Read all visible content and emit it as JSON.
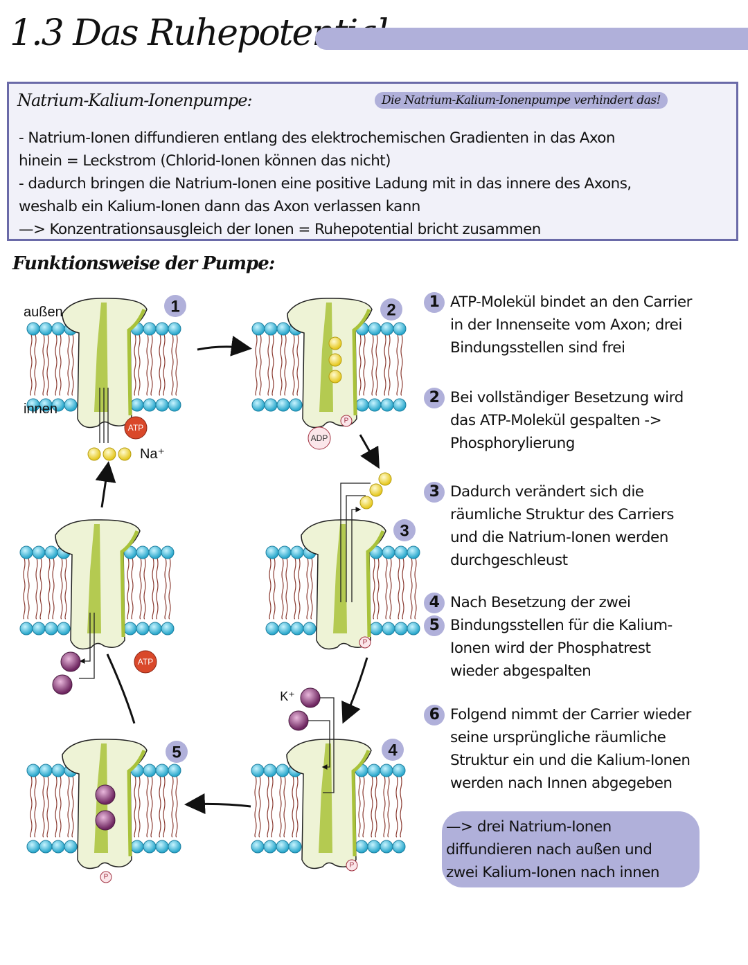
{
  "header": {
    "title": "1.3 Das Ruhepotential"
  },
  "info_box": {
    "heading": "Natrium-Kalium-Ionenpumpe:",
    "highlight": "Die Natrium-Kalium-Ionenpumpe verhindert das!",
    "lines": [
      "- Natrium-Ionen diffundieren entlang des elektrochemischen Gradienten in das Axon",
      "hinein = Leckstrom (Chlorid-Ionen können das nicht)",
      "- dadurch bringen die Natrium-Ionen eine positive Ladung mit in das innere des Axons,",
      "weshalb ein Kalium-Ionen dann das Axon verlassen kann",
      "—> Konzentrationsausgleich der Ionen = Ruhepotential bricht zusammen"
    ]
  },
  "section": {
    "heading": "Funktionsweise der Pumpe:"
  },
  "diagram": {
    "labels": {
      "outside": "außen",
      "inside": "innen",
      "atp": "ATP",
      "adp": "ADP",
      "phosphate": "P",
      "sodium": "Na⁺",
      "potassium": "K⁺"
    },
    "stage_numbers": [
      "1",
      "2",
      "3",
      "4",
      "5"
    ],
    "colors": {
      "lipid_head": "#3fb8d8",
      "protein": "#eef3d6",
      "protein_accent": "#a9c23a",
      "sodium": "#f2d93a",
      "potassium": "#8b3a78",
      "atp": "#d9482a",
      "badge": "#b0b0da"
    }
  },
  "steps": [
    {
      "number": "1",
      "lines": [
        "ATP-Molekül bindet an den Carrier",
        "in der Innenseite vom Axon; drei",
        "Bindungsstellen sind frei"
      ]
    },
    {
      "number": "2",
      "lines": [
        "Bei vollständiger Besetzung wird",
        "das ATP-Molekül gespalten ->",
        "Phosphorylierung"
      ]
    },
    {
      "number": "3",
      "lines": [
        "Dadurch verändert sich die",
        "räumliche Struktur des Carriers",
        "und die Natrium-Ionen werden",
        "durchgeschleust"
      ]
    },
    {
      "number": "4",
      "lines": [
        "Nach Besetzung der zwei"
      ]
    },
    {
      "number": "5",
      "lines": [
        "Bindungsstellen für die Kalium-",
        "Ionen wird der Phosphatrest",
        "wieder abgespalten"
      ]
    },
    {
      "number": "6",
      "lines": [
        "Folgend nimmt der Carrier wieder",
        "seine ursprüngliche räumliche",
        "Struktur ein und die Kalium-Ionen",
        "werden nach Innen abgegeben"
      ]
    }
  ],
  "summary": {
    "lines": [
      "—> drei Natrium-Ionen",
      "diffundieren nach außen und",
      "zwei Kalium-Ionen nach innen"
    ]
  }
}
